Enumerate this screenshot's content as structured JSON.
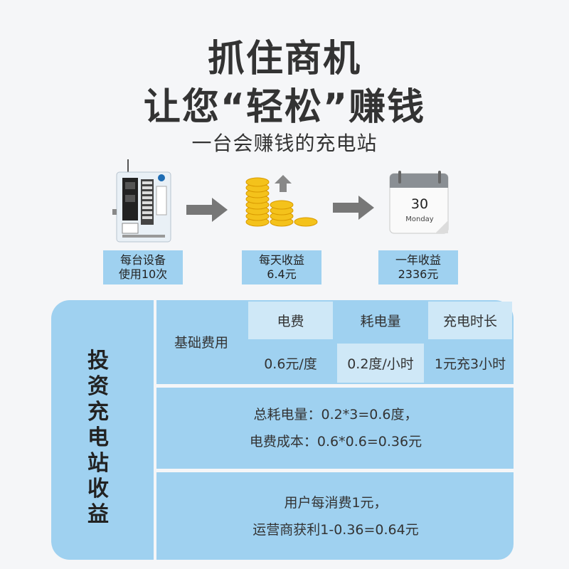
{
  "header": {
    "title_line1": "抓住商机",
    "title_line2": "让您“轻松”赚钱",
    "subtitle": "一台会赚钱的充电站"
  },
  "flow": {
    "device_caption_line1": "每台设备",
    "device_caption_line2": "使用10次",
    "daily_caption_line1": "每天收益",
    "daily_caption_line2": "6.4元",
    "yearly_caption_line1": "一年收益",
    "yearly_caption_line2": "2336元",
    "calendar_day": "30",
    "calendar_weekday": "Monday"
  },
  "panel": {
    "vertical_title": [
      "投",
      "资",
      "充",
      "电",
      "站",
      "收",
      "益"
    ],
    "base_fee_label": "基础费用",
    "headers": [
      "电费",
      "耗电量",
      "充电时长"
    ],
    "values": [
      "0.6元/度",
      "0.2度/小时",
      "1元充3小时"
    ],
    "calc_line1": "总耗电量：0.2*3=0.6度，",
    "calc_line2": "电费成本：0.6*0.6=0.36元",
    "profit_line1": "用户每消费1元，",
    "profit_line2": "运营商获利1-0.36=0.64元"
  },
  "colors": {
    "panel_blue": "#9fd1f0",
    "light_blue": "#cfe8f7",
    "background": "#f5f6f8",
    "coin_gold": "#f4c21b"
  }
}
